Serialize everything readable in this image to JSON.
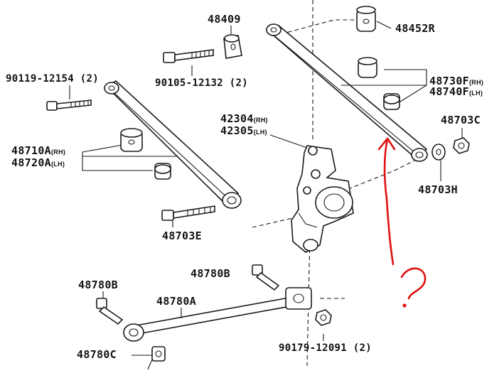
{
  "parts": {
    "p48409": "48409",
    "p48452R": "48452R",
    "p90119": "90119-12154 (2)",
    "p90105": "90105-12132 (2)",
    "p48730_num": "48730F",
    "p48730_side": "(RH)",
    "p48740_num": "48740F",
    "p48740_side": "(LH)",
    "p42304_num": "42304",
    "p42304_side": "(RH)",
    "p42305_num": "42305",
    "p42305_side": "(LH)",
    "p48703C": "48703C",
    "p48710_num": "48710A",
    "p48710_side": "(RH)",
    "p48720_num": "48720A",
    "p48720_side": "(LH)",
    "p48703H": "48703H",
    "p48703E": "48703E",
    "p48780B_left": "48780B",
    "p48780B_right": "48780B",
    "p48780A": "48780A",
    "p48780C": "48780C",
    "p90179": "90179-12091 (2)"
  },
  "annotation": {
    "question_mark": "?",
    "color": "#e01010"
  },
  "colors": {
    "line": "#1a1a1a",
    "background": "#ffffff"
  }
}
